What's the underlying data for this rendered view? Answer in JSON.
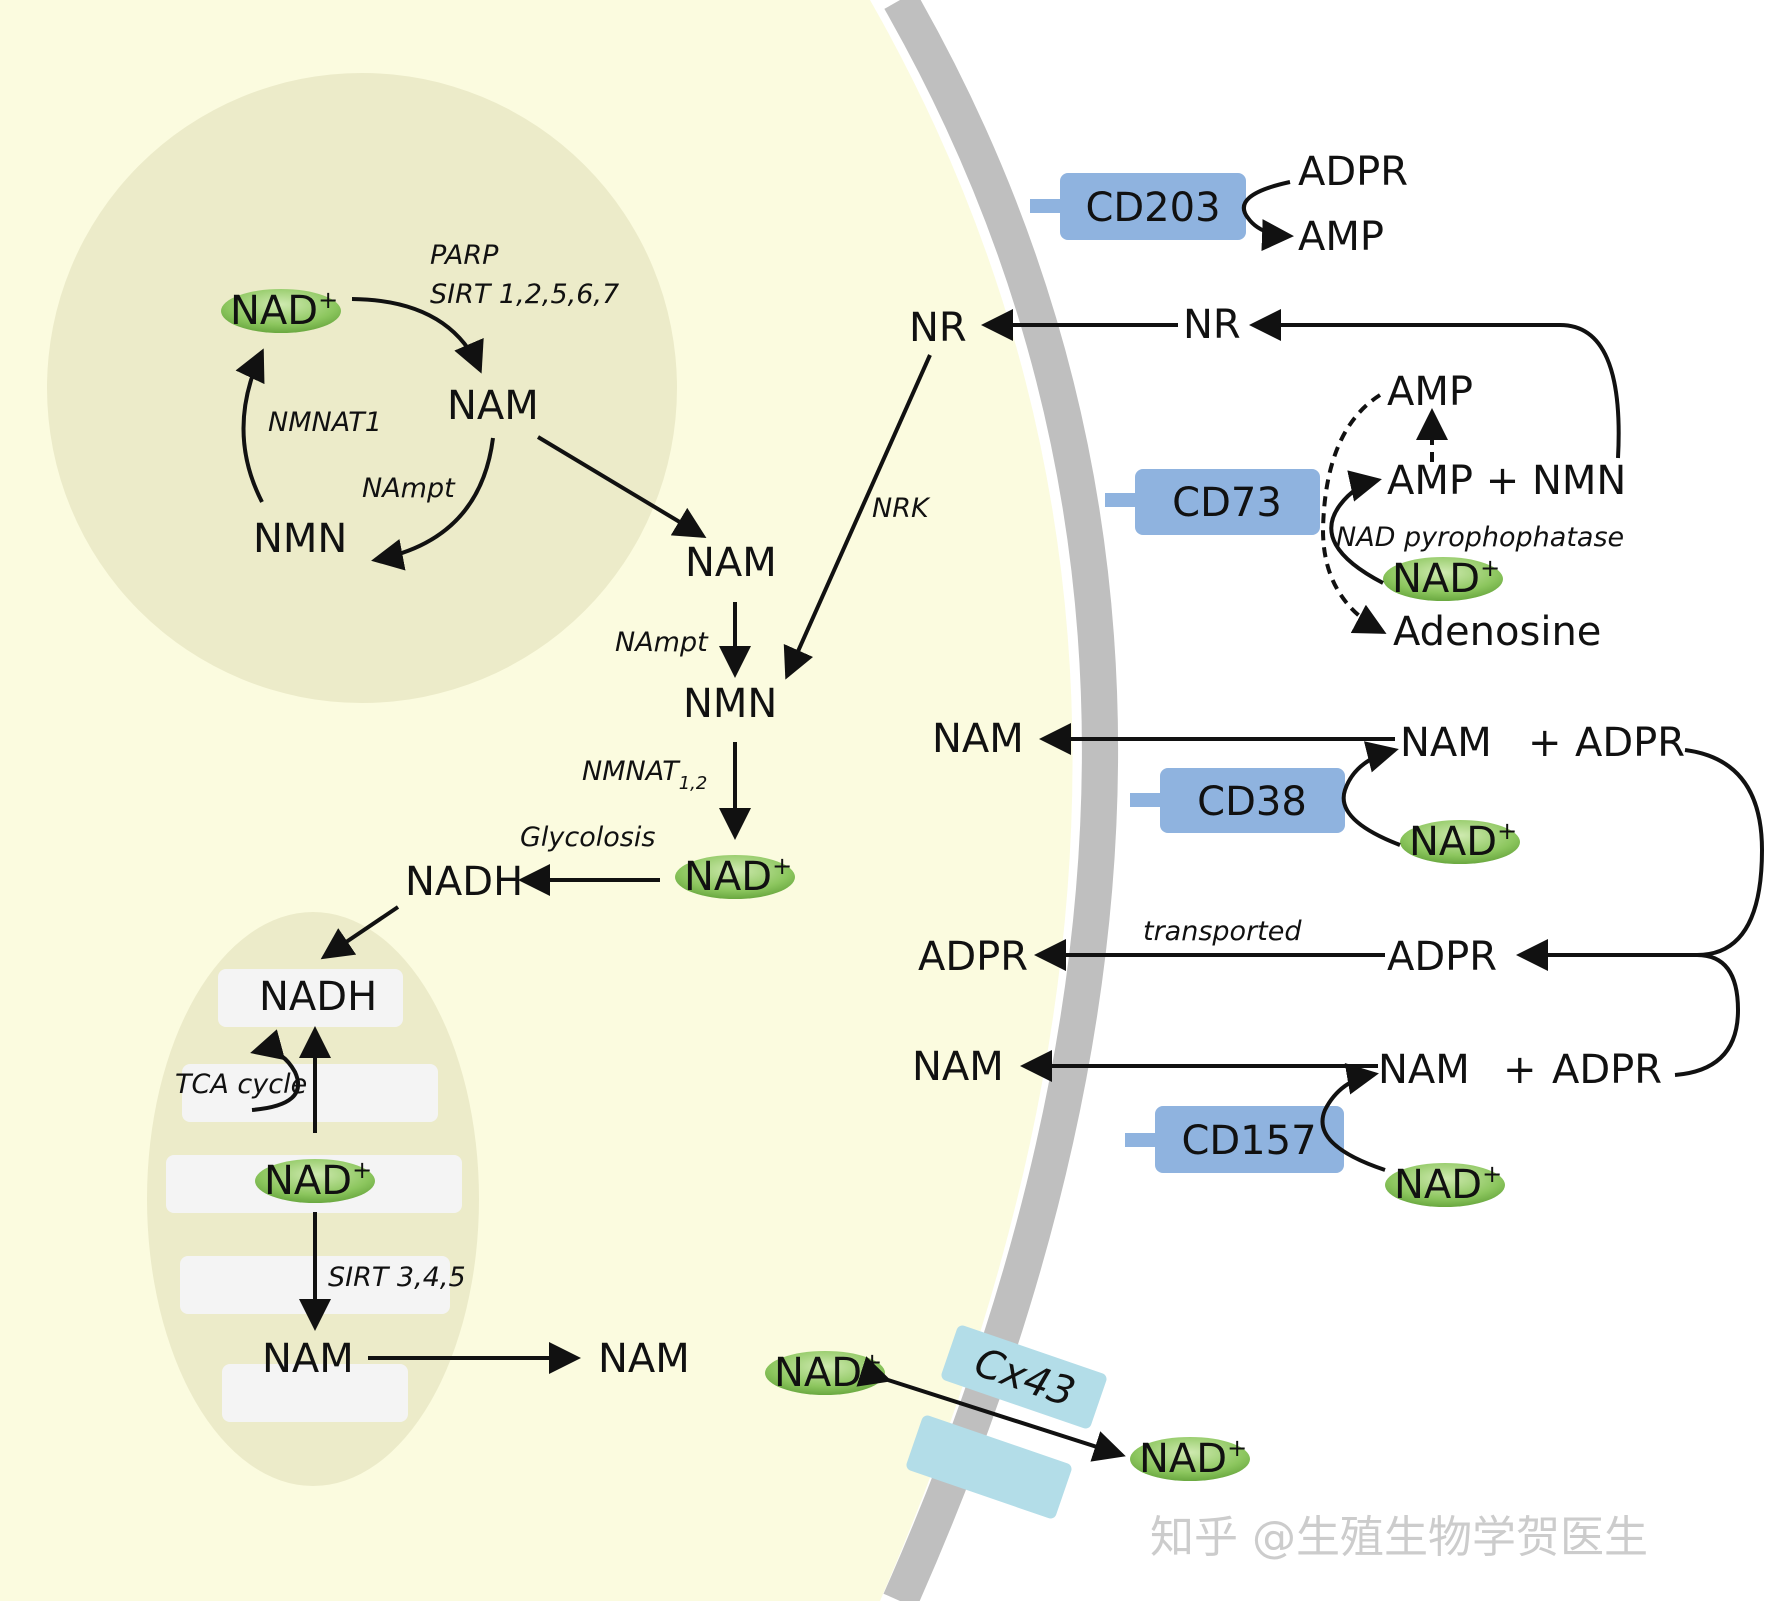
{
  "labels": {
    "nad": "NAD",
    "plus": "+",
    "nam": "NAM",
    "nmn": "NMN",
    "nadh": "NADH",
    "nr": "NR",
    "adpr": "ADPR",
    "amp": "AMP",
    "amp_nmn": "AMP + NMN",
    "adenosine": "Adenosine",
    "nam_plus_adpr_plus": "+"
  },
  "enzymes": {
    "parp": "PARP",
    "sirt_nuclear": "SIRT 1,2,5,6,7",
    "nmnat1": "NMNAT1",
    "nampt": "NAmpt",
    "nrk": "NRK",
    "nmnat12": "NMNAT",
    "nmnat12_sub": "1,2",
    "glycolysis": "Glycolosis",
    "tca": "TCA cycle",
    "sirt_mito": "SIRT 3,4,5",
    "nad_pyro": "NAD pyrophophatase",
    "transported": "transported"
  },
  "receptors": {
    "cd203": "CD203",
    "cd73": "CD73",
    "cd38": "CD38",
    "cd157": "CD157",
    "cx43": "Cx43"
  },
  "watermark": "知乎 @生殖生物学贺医生",
  "colors": {
    "cytoplasm": "#fbfbdf",
    "nucleus": "#ecebc9",
    "mitochondrion": "#ecebc9",
    "membrane": "#bfbfbf",
    "receptor": "#8fb3df",
    "channel": "#b3dde8",
    "nad_ellipse": "#8cc65e"
  }
}
